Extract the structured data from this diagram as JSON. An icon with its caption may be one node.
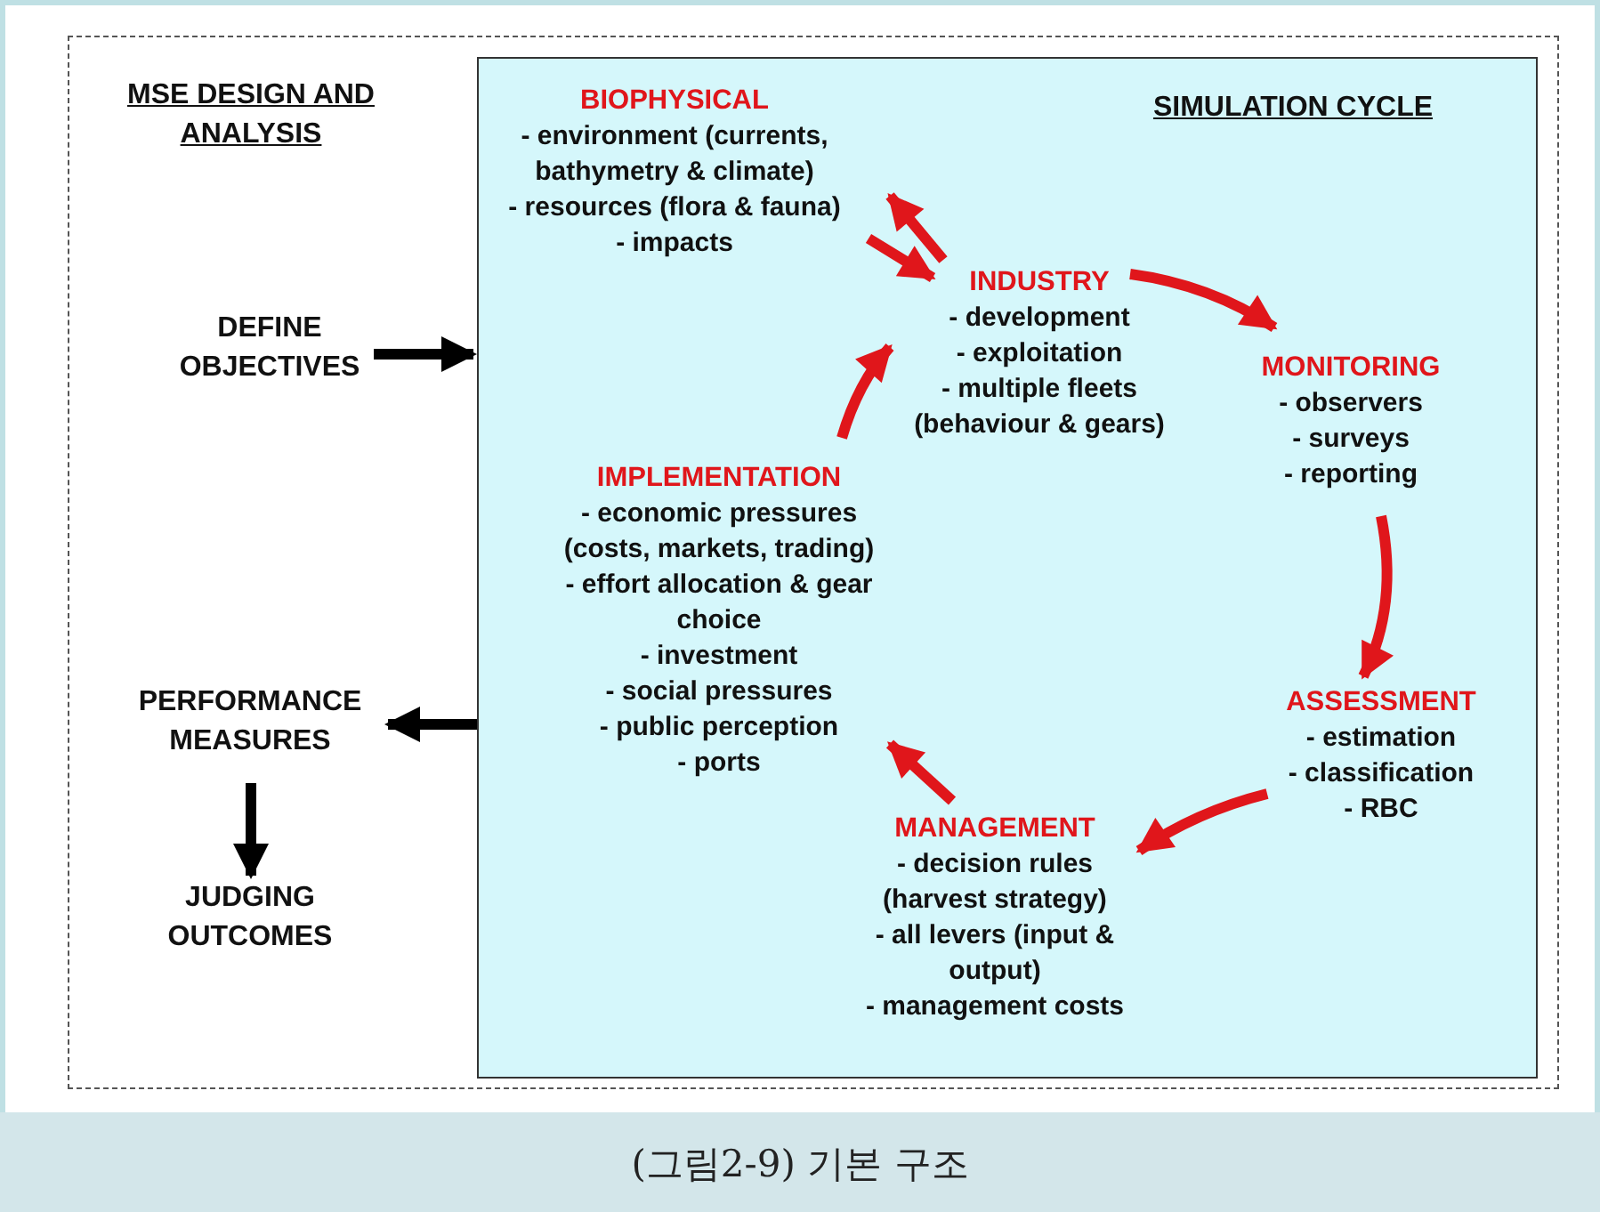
{
  "diagram": {
    "caption": "(그림2-9) 기본 구조",
    "nodes": [
      {
        "text": [
          "MSE DESIGN AND ANALYSIS"
        ]
      },
      {
        "text": [
          "SIMULATION CYCLE"
        ],
        "in": 0
      },
      {
        "text": [
          "BIOPHYSICAL",
          "- environment (currents, bathymetry & climate)",
          "- resources (flora & fauna)",
          "- impacts"
        ],
        "in": 1
      },
      {
        "text": [
          "INDUSTRY",
          "- development",
          "- exploitation",
          "- multiple fleets (behaviour & gears)"
        ],
        "in": 1
      },
      {
        "text": [
          "MONITORING",
          "- observers",
          "- surveys",
          "- reporting"
        ],
        "in": 1
      },
      {
        "text": [
          "ASSESSMENT",
          "- estimation",
          "- classification",
          "- RBC"
        ],
        "in": 1
      },
      {
        "text": [
          "MANAGEMENT",
          "- decision rules (harvest strategy)",
          "- all levers (input & output)",
          "- management costs"
        ],
        "in": 1
      },
      {
        "text": [
          "IMPLEMENTATION",
          "- economic pressures (costs, markets, trading)",
          "- effort allocation & gear choice",
          "- investment",
          "- social pressures",
          "- public perception",
          "- ports"
        ],
        "in": 1
      },
      {
        "text": [
          "DEFINE OBJECTIVES"
        ],
        "in": 0
      },
      {
        "text": [
          "PERFORMANCE MEASURES"
        ],
        "in": 0
      },
      {
        "text": [
          "JUDGING OUTCOMES"
        ],
        "in": 0
      }
    ],
    "edges": [
      {
        "from": 8,
        "to": 1,
        "arrow": "to",
        "color": "#000000"
      },
      {
        "from": 1,
        "to": 9,
        "arrow": "to",
        "color": "#000000"
      },
      {
        "from": 9,
        "to": 10,
        "arrow": "to",
        "color": "#000000"
      },
      {
        "from": 3,
        "to": 2,
        "arrow": "to"
      },
      {
        "from": 2,
        "to": 3,
        "arrow": "to"
      },
      {
        "from": 3,
        "to": 4,
        "arrow": "to"
      },
      {
        "from": 4,
        "to": 5,
        "arrow": "to"
      },
      {
        "from": 5,
        "to": 6,
        "arrow": "to"
      },
      {
        "from": 6,
        "to": 7,
        "arrow": "to"
      },
      {
        "from": 7,
        "to": 3,
        "arrow": "to"
      }
    ]
  }
}
